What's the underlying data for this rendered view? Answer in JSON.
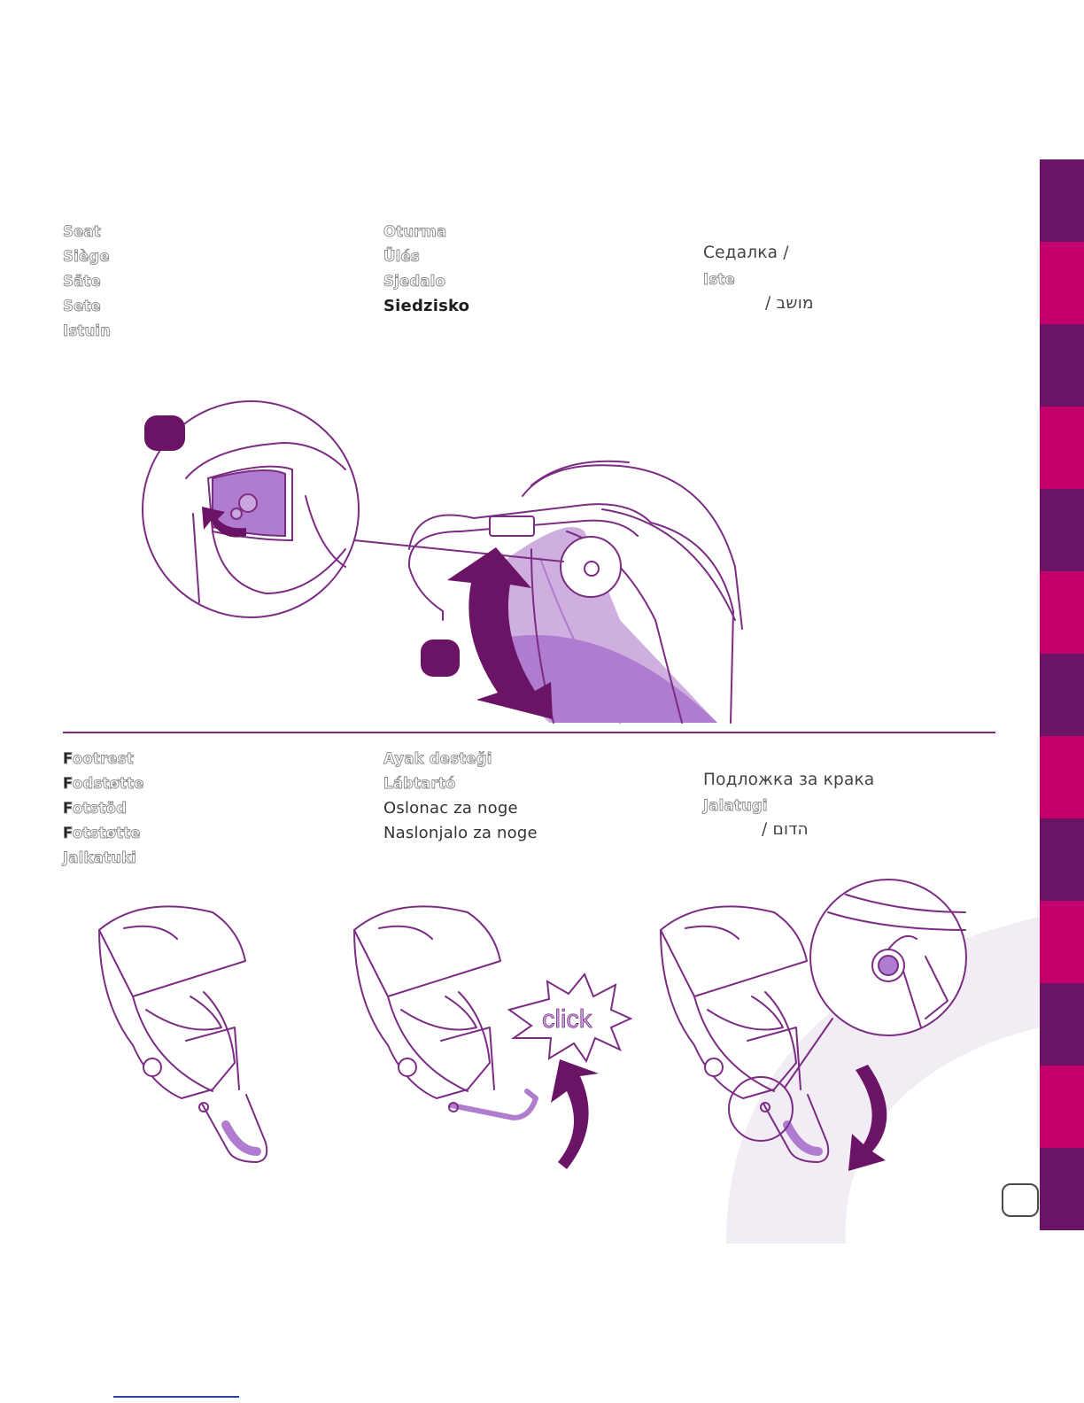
{
  "seat_section": {
    "col1": [
      "Seat",
      "Siège",
      "Säte",
      "Sete",
      "Istuin"
    ],
    "col2": [
      "Oturma",
      "Ülés",
      "Sjedalo",
      "Siedzisko"
    ],
    "col3_line1": "Седалка /",
    "col3_line2": "Iste",
    "col3_line3": "/ מושב"
  },
  "footrest_section": {
    "col1": [
      "Footrest",
      "Fodstøtte",
      "Fotstöd",
      "Fotstøtte",
      "Jalkatuki"
    ],
    "col2": [
      "Ayak desteği",
      "Lábtartó",
      "Oslonac za noge",
      "Naslonjalo za noge"
    ],
    "col3_line1": "Подложка за крака",
    "col3_line2": "Jalatugi",
    "col3_line3": "/ הדום"
  },
  "illustration": {
    "click_label": "click"
  },
  "colors": {
    "purple_dark": "#6b1466",
    "magenta": "#c4006c",
    "line_purple": "#7b2d83",
    "fill_purple": "#b07ccf"
  }
}
